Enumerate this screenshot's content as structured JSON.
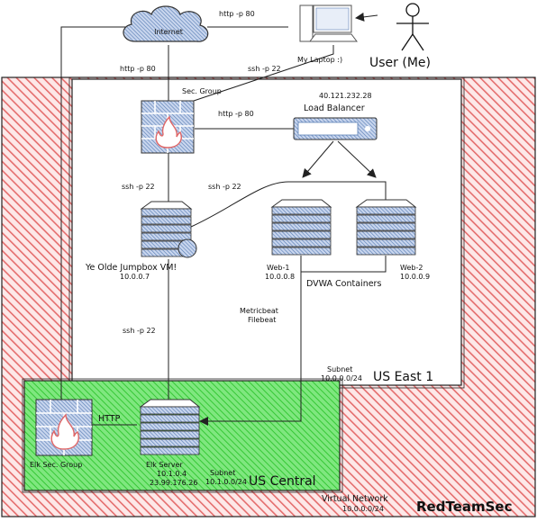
{
  "colors": {
    "vnet_hatch": "#e46d6d",
    "central_fill": "#4ed94e",
    "device_blue": "#5a7fb5",
    "device_light": "#c9d6ee",
    "wall_red": "#e06666",
    "line": "#222222"
  },
  "cloud": {
    "label": "Internet"
  },
  "laptop": {
    "label": "My Laptop :)"
  },
  "user": {
    "label": "User (Me)"
  },
  "links": {
    "laptop_internet": "http -p 80",
    "internet_secgroup": "http -p 80",
    "laptop_secgroup": "ssh -p 22",
    "secgroup_lb": "http -p 80",
    "secgroup_jumpbox": "ssh -p 22",
    "jumpbox_web": "ssh -p 22",
    "jumpbox_elk": "ssh -p 22",
    "elk_http": "HTTP"
  },
  "sec_group": {
    "label": "Sec. Group"
  },
  "load_balancer": {
    "label": "Load Balancer",
    "ip": "40.121.232.28"
  },
  "jumpbox": {
    "label": "Ye Olde Jumpbox VM!",
    "ip": "10.0.0.7"
  },
  "web1": {
    "label": "Web-1",
    "ip": "10.0.0.8"
  },
  "web2": {
    "label": "Web-2",
    "ip": "10.0.0.9"
  },
  "dvwa": {
    "label": "DVWA Containers"
  },
  "beats": {
    "line1": "Metricbeat",
    "line2": "Filebeat"
  },
  "east": {
    "subnet_label": "Subnet",
    "subnet_cidr": "10.0.0.0/24",
    "region": "US East 1"
  },
  "central": {
    "subnet_label": "Subnet",
    "subnet_cidr": "10.1.0.0/24",
    "region": "US Central"
  },
  "elk_sec_group": {
    "label": "Elk Sec. Group"
  },
  "elk_server": {
    "label": "Elk Server",
    "ip_private": "10.1.0.4",
    "ip_public": "23.99.176.26"
  },
  "vnet": {
    "label": "Virtual Network",
    "cidr": "10.0.0.0/24",
    "name": "RedTeamSec"
  }
}
